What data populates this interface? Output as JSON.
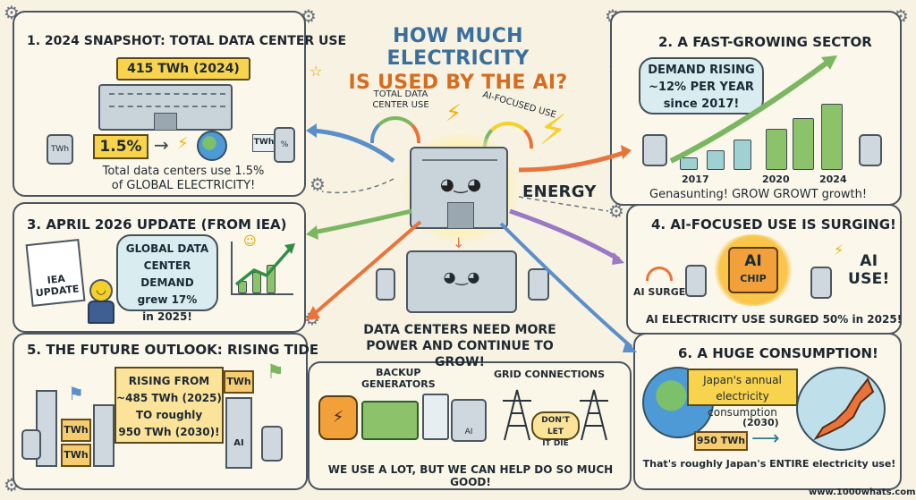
{
  "title": {
    "line1": "HOW MUCH ELECTRICITY",
    "line2": "IS USED BY THE AI?"
  },
  "center": {
    "gauge_total_label": "TOTAL DATA CENTER USE",
    "gauge_ai_label": "AI-FOCUSED USE",
    "energy_label": "ENERGY",
    "main_message": "DATA CENTERS NEED MORE POWER AND CONTINUE TO GROW!"
  },
  "panel1": {
    "title": "1. 2024 SNAPSHOT: TOTAL DATA CENTER USE",
    "banner": "415 TWh (2024)",
    "percent": "1.5%",
    "twh_tag": "TWh",
    "caption_line1": "Total data centers use 1.5%",
    "caption_line2": "of GLOBAL ELECTRICITY!"
  },
  "panel2": {
    "title": "2. A FAST-GROWING SECTOR",
    "bubble_line1": "DEMAND RISING",
    "bubble_line2": "~12% PER YEAR",
    "bubble_line3": "since 2017!",
    "years": [
      "2017",
      "2020",
      "2024"
    ],
    "caption": "Genasunting! GROW GROWT growth!"
  },
  "panel3": {
    "title": "3. APRIL 2026 UPDATE (FROM IEA)",
    "doc_label_line1": "IEA",
    "doc_label_line2": "UPDATE",
    "bubble_line1": "GLOBAL DATA",
    "bubble_line2": "CENTER DEMAND",
    "bubble_line3": "grew 17%",
    "bubble_line4": "in 2025!"
  },
  "panel4": {
    "title": "4. AI-FOCUSED USE IS SURGING!",
    "chip_line1": "AI",
    "chip_line2": "CHIP",
    "surge_label": "AI SURGE",
    "ai_use_line1": "AI",
    "ai_use_line2": "USE!",
    "caption": "AI ELECTRICITY USE SURGED 50% in 2025!"
  },
  "panel5": {
    "title": "5. THE FUTURE OUTLOOK: RISING TIDE",
    "note_line1": "RISING FROM",
    "note_line2": "~485 TWh (2025)",
    "note_line3": "TO roughly",
    "note_line4": "950 TWh (2030)!",
    "box_label": "TWh",
    "server_label": "AI"
  },
  "panel_bottom": {
    "backup_line1": "BACKUP",
    "backup_line2": "GENERATORS",
    "grid_label": "GRID CONNECTIONS",
    "sign_line1": "DON'T LET",
    "sign_line2": "IT DIE",
    "caption": "WE USE A LOT, BUT WE CAN HELP DO SO MUCH GOOD!"
  },
  "panel6": {
    "title": "6. A HUGE CONSUMPTION!",
    "banner_line1": "Japan's annual",
    "banner_line2": "electricity consumption",
    "year": "(2030)",
    "box": "950 TWh",
    "caption": "That's roughly Japan's ENTIRE electricity use!"
  },
  "footer": {
    "url": "www.1000whats.com"
  },
  "colors": {
    "background": "#f7f2e2",
    "note_blue": "#d9ecef",
    "note_yellow": "#fbe39a",
    "arrow_blue": "#5b8fc9",
    "arrow_orange": "#e8743b",
    "arrow_green": "#7bb661",
    "arrow_purple": "#9a78c4",
    "bar_green": "#8cc36a",
    "bar_teal": "#9fd0d2",
    "bolt_yellow": "#f6cf2a"
  }
}
